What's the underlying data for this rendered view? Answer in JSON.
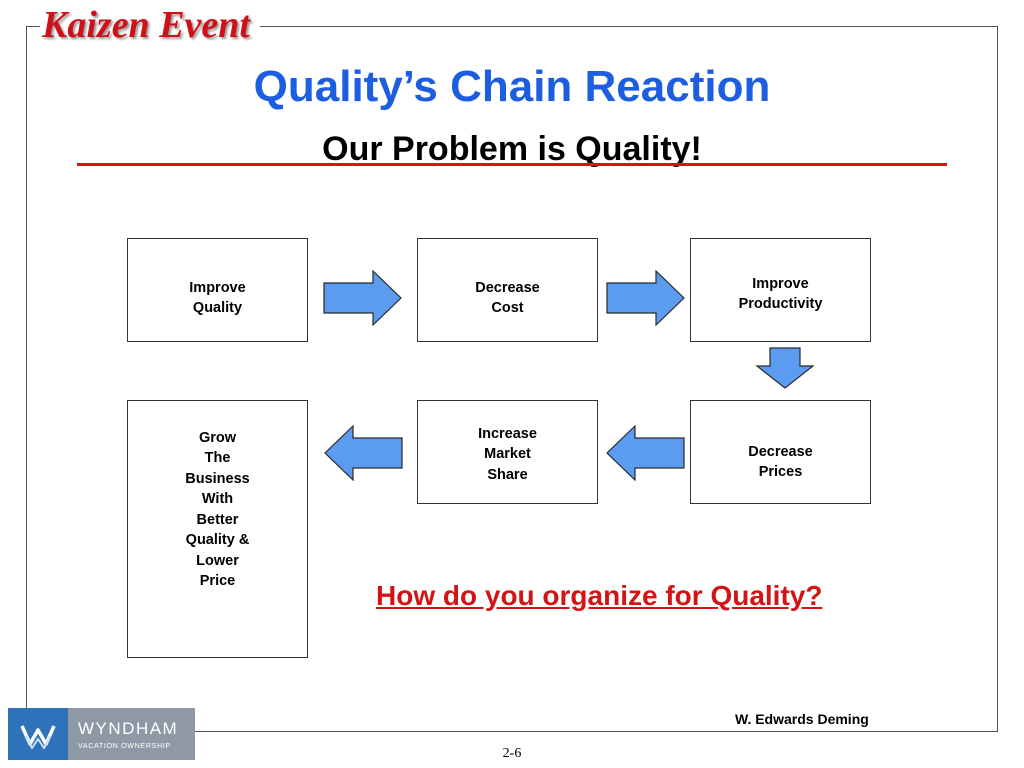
{
  "header": {
    "brand": "Kaizen Event",
    "title": "Quality’s Chain Reaction",
    "subtitle": "Our Problem is Quality!"
  },
  "diagram": {
    "boxes": [
      {
        "text": "Improve\nQuality"
      },
      {
        "text": "Decrease\nCost"
      },
      {
        "text": "Improve\nProductivity"
      },
      {
        "text": "Decrease\nPrices"
      },
      {
        "text": "Increase\nMarket\nShare"
      },
      {
        "text": "Grow\nThe\nBusiness\nWith\nBetter\nQuality &\nLower\nPrice"
      }
    ],
    "arrows": [
      "arrow-right-icon",
      "arrow-right-icon",
      "arrow-down-icon",
      "arrow-left-icon",
      "arrow-left-icon"
    ],
    "arrow_fill": "#5b9bf0"
  },
  "question": "How do you organize for Quality?",
  "author": "W. Edwards Deming",
  "footer": {
    "logo_name": "WYNDHAM",
    "logo_sub": "VACATION OWNERSHIP",
    "page": "2-6"
  },
  "colors": {
    "brand": "#d01018",
    "title": "#1d5ee0",
    "rule": "#e01010",
    "question": "#d41414",
    "logo_blue": "#2f72b9",
    "logo_gray": "#8e99a5"
  }
}
